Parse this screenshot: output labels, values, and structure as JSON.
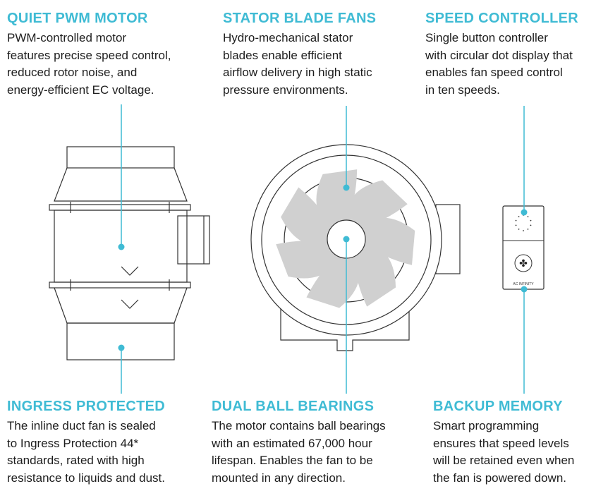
{
  "features": {
    "quiet_pwm_motor": {
      "title": "QUIET PWM MOTOR",
      "lines": [
        "PWM-controlled motor",
        "features precise speed control,",
        "reduced rotor noise, and",
        "energy-efficient EC voltage."
      ]
    },
    "stator_blade_fans": {
      "title": "STATOR BLADE FANS",
      "lines": [
        "Hydro-mechanical stator",
        "blades enable efficient",
        "airflow delivery in high static",
        "pressure environments."
      ]
    },
    "speed_controller": {
      "title": "SPEED CONTROLLER",
      "lines": [
        "Single button controller",
        "with circular dot display that",
        "enables fan speed control",
        "in ten speeds."
      ]
    },
    "ingress_protected": {
      "title": "INGRESS PROTECTED",
      "lines": [
        "The inline duct fan is sealed",
        "to Ingress Protection 44*",
        "standards, rated with high",
        "resistance to liquids and dust."
      ]
    },
    "dual_ball_bearings": {
      "title": "DUAL BALL BEARINGS",
      "lines": [
        "The motor contains ball bearings",
        "with an estimated 67,000 hour",
        "lifespan. Enables the fan to be",
        "mounted in any direction."
      ]
    },
    "backup_memory": {
      "title": "BACKUP MEMORY",
      "lines": [
        "Smart programming",
        "ensures that speed levels",
        "will be retained even when",
        "the fan is powered down."
      ]
    }
  },
  "controller": {
    "brand": "AC INFINITY"
  },
  "colors": {
    "accent": "#3fbbd4",
    "text": "#1d1d1d",
    "line_art": "#333333",
    "blade_fill": "#d0d0d0"
  }
}
